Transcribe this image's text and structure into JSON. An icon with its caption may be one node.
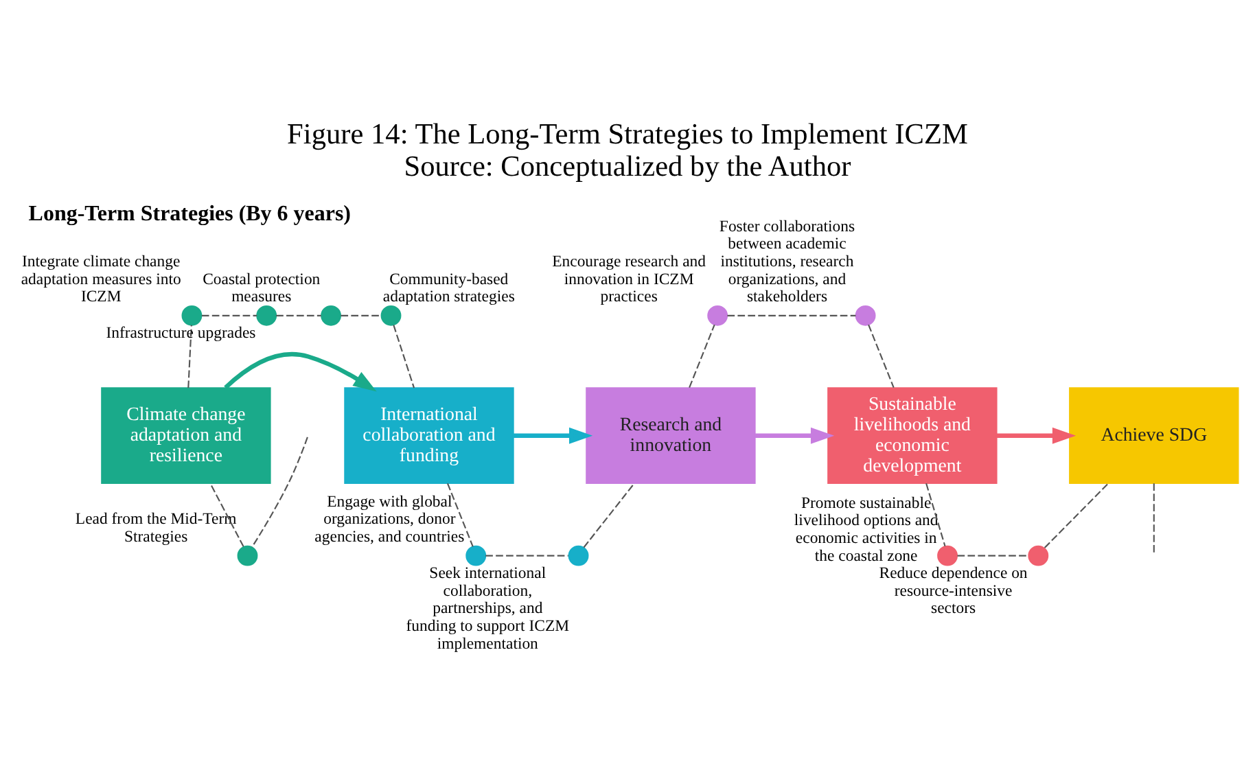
{
  "diagram": {
    "title": "Figure 14: The Long-Term Strategies to Implement ICZM",
    "caption": "Source: Conceptualized by the Author",
    "nodes": [
      {
        "text": [
          "Climate change adaptation and resilience"
        ]
      },
      {
        "text": [
          "International collaboration and funding"
        ]
      },
      {
        "text": [
          "Research and innovation"
        ]
      },
      {
        "text": [
          "Sustainable livelihoods and economic development"
        ]
      },
      {
        "text": [
          "Achieve SDG"
        ]
      },
      {
        "text": [],
        "shape": "circle",
        "beside": [
          "Lead from the Mid-Term Strategies"
        ]
      },
      {
        "text": [],
        "shape": "circle",
        "beside": [
          "Integrate climate change adaptation measures into ICZM"
        ]
      },
      {
        "text": [],
        "shape": "circle",
        "beside": [
          "Infrastructure upgrades"
        ]
      },
      {
        "text": [],
        "shape": "circle",
        "beside": [
          "Coastal protection measures"
        ]
      },
      {
        "text": [],
        "shape": "circle",
        "beside": [
          "Community-based adaptation strategies"
        ]
      },
      {
        "text": [],
        "shape": "circle",
        "beside": [
          "Engage with global organizations, donor agencies, and countries"
        ]
      },
      {
        "text": [],
        "shape": "circle",
        "beside": [
          "Seek international collaboration, partnerships, and funding to support ICZM implementation"
        ]
      },
      {
        "text": [],
        "shape": "circle",
        "beside": [
          "Encourage research and innovation in ICZM practices"
        ]
      },
      {
        "text": [],
        "shape": "circle",
        "beside": [
          "Foster collaborations between academic institutions, research organizations, and stakeholders"
        ]
      },
      {
        "text": [],
        "shape": "circle",
        "beside": [
          "Promote sustainable livelihood options and economic activities in the coastal zone"
        ]
      },
      {
        "text": [],
        "shape": "circle",
        "beside": [
          "Reduce dependence on resource-intensive sectors"
        ]
      }
    ],
    "edges": [
      {
        "from": 0,
        "to": 1,
        "arrow": "to",
        "style": "thick",
        "color": "#1aaa8a"
      },
      {
        "from": 1,
        "to": 2,
        "arrow": "to",
        "style": "thick",
        "color": "#17afc9"
      },
      {
        "from": 2,
        "to": 3,
        "arrow": "to",
        "style": "thick",
        "color": "#c77ddf"
      },
      {
        "from": 3,
        "to": 4,
        "arrow": "to",
        "style": "thick",
        "color": "#f05f6e"
      },
      {
        "from": null,
        "to": 5,
        "arrow": "none",
        "style": "dashed"
      },
      {
        "from": 5,
        "to": 0,
        "arrow": "none",
        "style": "dashed"
      },
      {
        "from": 0,
        "to": 6,
        "arrow": "none",
        "style": "dashed"
      },
      {
        "from": 6,
        "to": 7,
        "arrow": "none",
        "style": "dashed"
      },
      {
        "from": 7,
        "to": 8,
        "arrow": "none",
        "style": "dashed"
      },
      {
        "from": 8,
        "to": 9,
        "arrow": "none",
        "style": "dashed"
      },
      {
        "from": 9,
        "to": 1,
        "arrow": "none",
        "style": "dashed"
      },
      {
        "from": 1,
        "to": 10,
        "arrow": "none",
        "style": "dashed"
      },
      {
        "from": 10,
        "to": 11,
        "arrow": "none",
        "style": "dashed"
      },
      {
        "from": 11,
        "to": 2,
        "arrow": "none",
        "style": "dashed"
      },
      {
        "from": 2,
        "to": 12,
        "arrow": "none",
        "style": "dashed"
      },
      {
        "from": 12,
        "to": 13,
        "arrow": "none",
        "style": "dashed"
      },
      {
        "from": 13,
        "to": 3,
        "arrow": "none",
        "style": "dashed"
      },
      {
        "from": 3,
        "to": 14,
        "arrow": "none",
        "style": "dashed"
      },
      {
        "from": 14,
        "to": 15,
        "arrow": "none",
        "style": "dashed"
      },
      {
        "from": 15,
        "to": 4,
        "arrow": "none",
        "style": "dashed"
      },
      {
        "from": 4,
        "to": null,
        "arrow": "none",
        "style": "dashed"
      }
    ],
    "labels": [
      "Long-Term Strategies (By 6 years)"
    ]
  }
}
